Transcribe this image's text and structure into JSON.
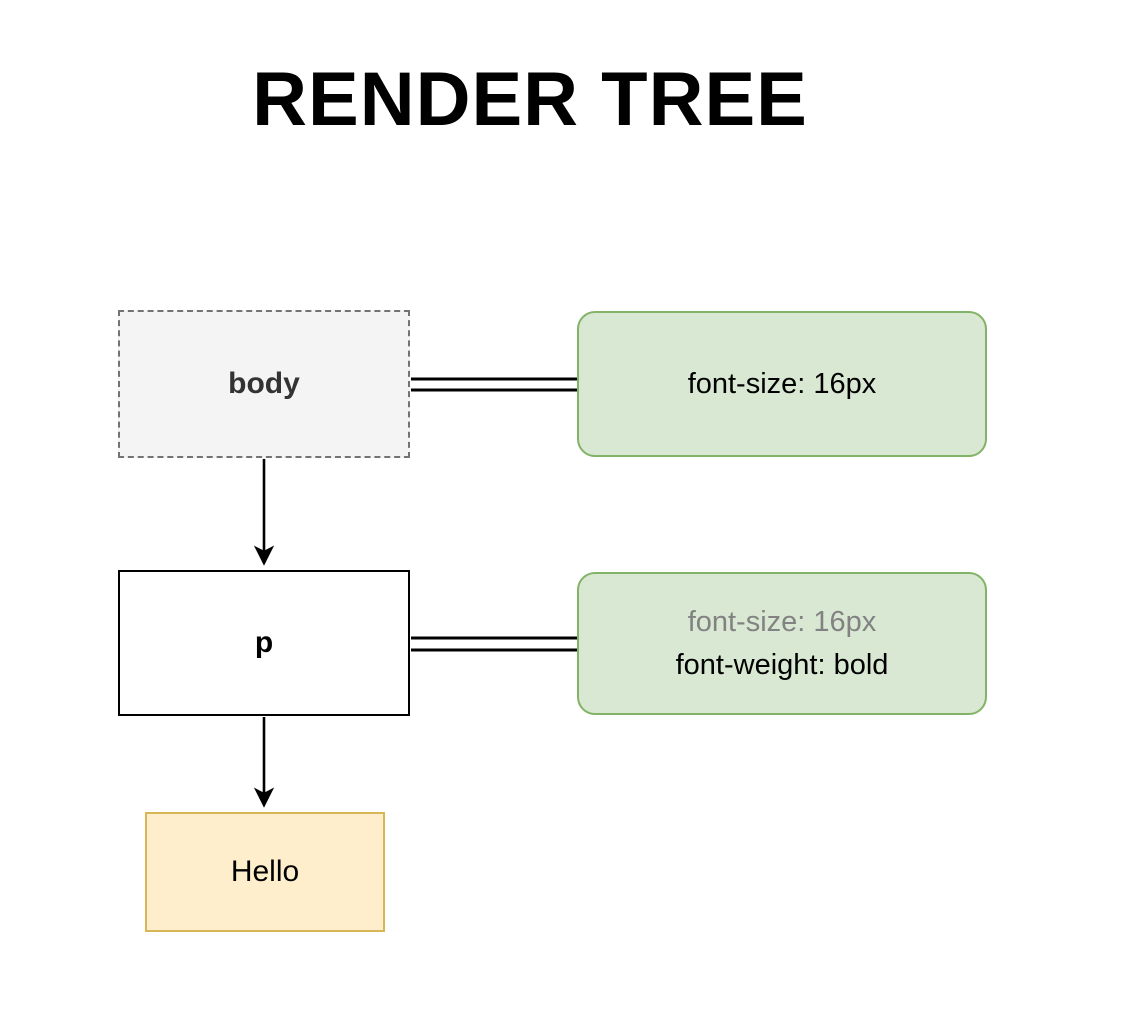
{
  "title": "RENDER TREE",
  "tree": {
    "nodes": [
      {
        "id": "body",
        "label": "body",
        "type": "element-node",
        "style": "dashed-grey"
      },
      {
        "id": "p",
        "label": "p",
        "type": "element-node",
        "style": "solid-black"
      },
      {
        "id": "hello",
        "label": "Hello",
        "type": "text-node",
        "style": "cream-gold"
      }
    ],
    "style_boxes": [
      {
        "id": "style-body",
        "attached_to": "body",
        "declarations": [
          {
            "text": "font-size: 16px",
            "inherited": false
          }
        ]
      },
      {
        "id": "style-p",
        "attached_to": "p",
        "declarations": [
          {
            "text": "font-size: 16px",
            "inherited": true
          },
          {
            "text": "font-weight: bold",
            "inherited": false
          }
        ]
      }
    ],
    "edges": [
      {
        "from": "body",
        "to": "p",
        "kind": "arrow"
      },
      {
        "from": "p",
        "to": "hello",
        "kind": "arrow"
      },
      {
        "from": "body",
        "to": "style-body",
        "kind": "double-line"
      },
      {
        "from": "p",
        "to": "style-p",
        "kind": "double-line"
      }
    ]
  },
  "colors": {
    "element_node_fill": "#f4f4f4",
    "element_node_border": "#737373",
    "p_node_fill": "#ffffff",
    "p_node_border": "#000000",
    "text_node_fill": "#ffeecc",
    "text_node_border": "#d6b656",
    "style_box_fill": "#d9e8d3",
    "style_box_border": "#82b366",
    "inherited_text": "#828282",
    "text": "#000000"
  }
}
